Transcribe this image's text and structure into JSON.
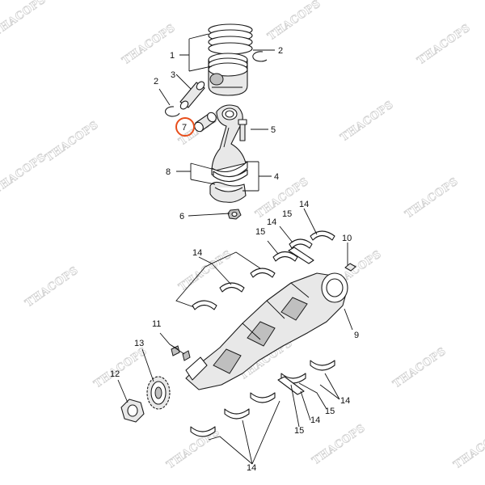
{
  "watermark": "THACOPS",
  "highlight_color": "#e84e1b",
  "callouts": {
    "c1": "1",
    "c2a": "2",
    "c2b": "2",
    "c3": "3",
    "c4": "4",
    "c5": "5",
    "c6": "6",
    "c7": "7",
    "c8": "8",
    "c9": "9",
    "c10": "10",
    "c11": "11",
    "c12": "12",
    "c13": "13",
    "c14a": "14",
    "c14b": "14",
    "c14c": "14",
    "c14d": "14",
    "c14e": "14",
    "c15a": "15",
    "c15b": "15",
    "c15c": "15",
    "c15d": "15"
  }
}
